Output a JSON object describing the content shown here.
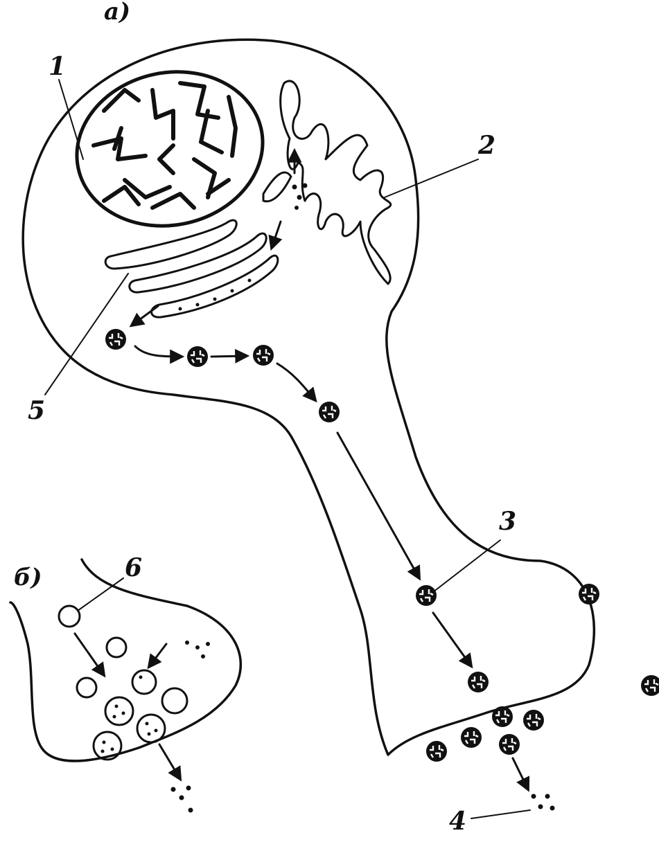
{
  "panels": {
    "a": {
      "label": "а)"
    },
    "b": {
      "label": "б)"
    }
  },
  "labels": {
    "l1": "1",
    "l2": "2",
    "l3": "3",
    "l4": "4",
    "l5": "5",
    "l6": "6"
  },
  "colors": {
    "ink": "#111111",
    "paper": "#ffffff"
  }
}
